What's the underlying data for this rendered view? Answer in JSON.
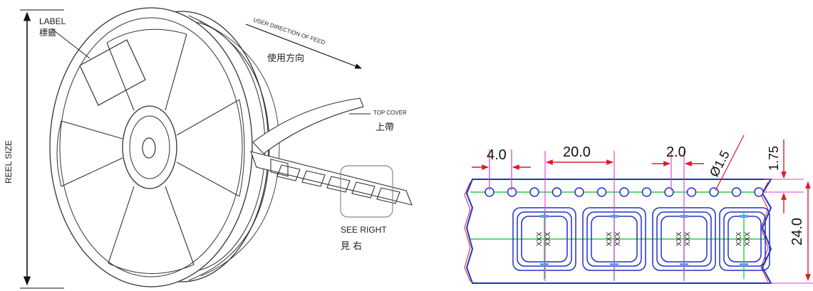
{
  "reel_view": {
    "label_en": "LABEL",
    "label_zh": "標籤",
    "feed_en": "USER DIRECTION OF FEED",
    "feed_zh": "使用方向",
    "top_cover_en": "TOP COVER",
    "top_cover_zh": "上帶",
    "see_right_en": "SEE RIGHT",
    "see_right_zh": "見 右",
    "reel_size": "REEL SIZE"
  },
  "tape_view": {
    "pitch_holes": "4.0",
    "pitch_pockets": "20.0",
    "offset": "2.0",
    "hole_diameter": "Ø1.5",
    "edge_distance": "1.75",
    "tape_width": "24.0",
    "marking": "XXX"
  },
  "colors": {
    "outline": "#2030c8",
    "centerline": "#2ecc40",
    "dimension": "#e0182a",
    "witness": "#d63cd6",
    "drawing": "#333333"
  }
}
